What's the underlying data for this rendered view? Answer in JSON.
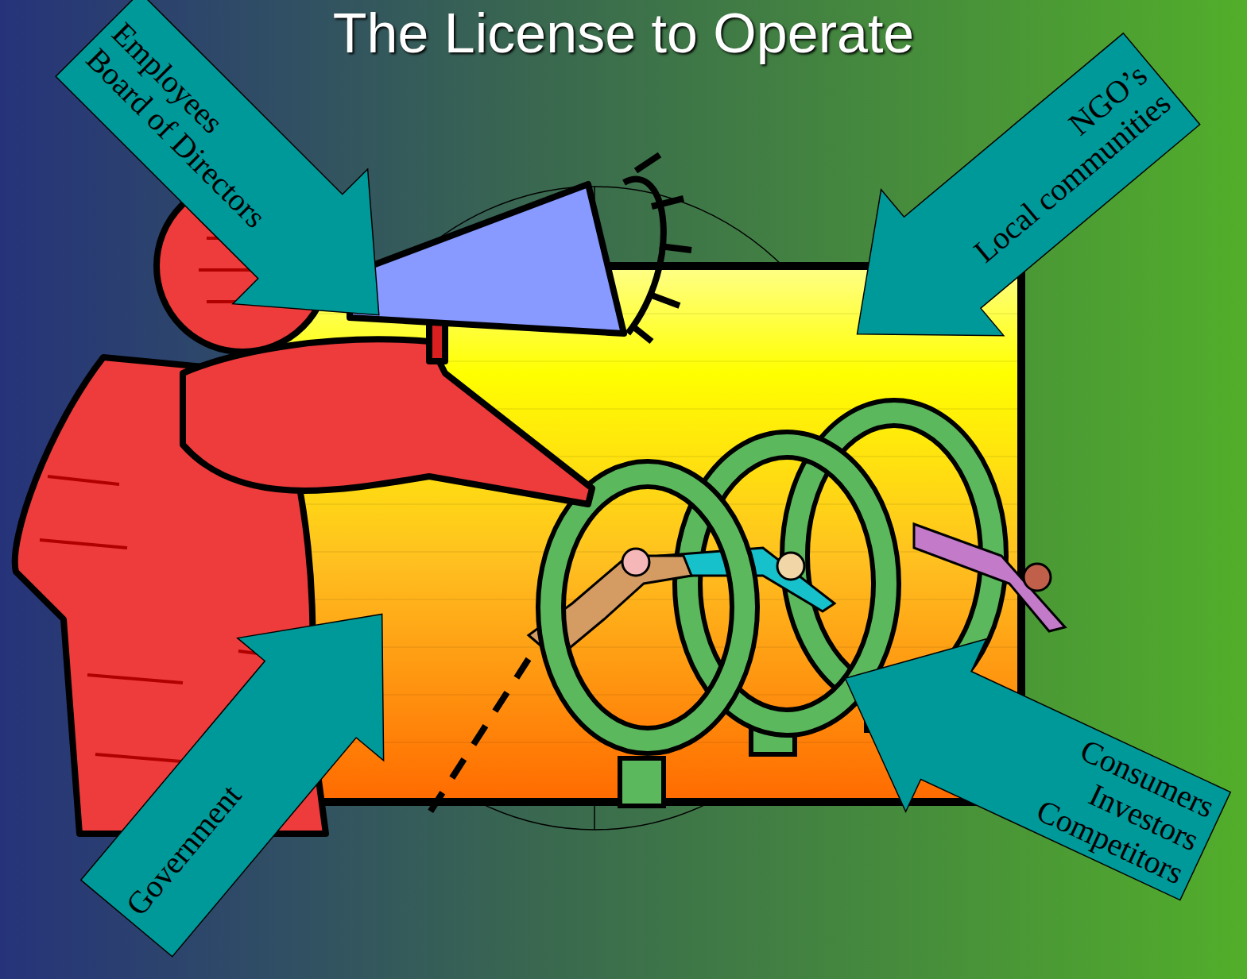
{
  "diagram": {
    "title": "The License to Operate",
    "nodes": [
      {
        "text": [
          "Employees",
          "Board of Directors"
        ]
      },
      {
        "text": [
          "NGO’s",
          "Local communities"
        ]
      },
      {
        "text": [
          "Government"
        ]
      },
      {
        "text": [
          "Consumers",
          "Investors",
          "Competitors"
        ]
      }
    ]
  }
}
